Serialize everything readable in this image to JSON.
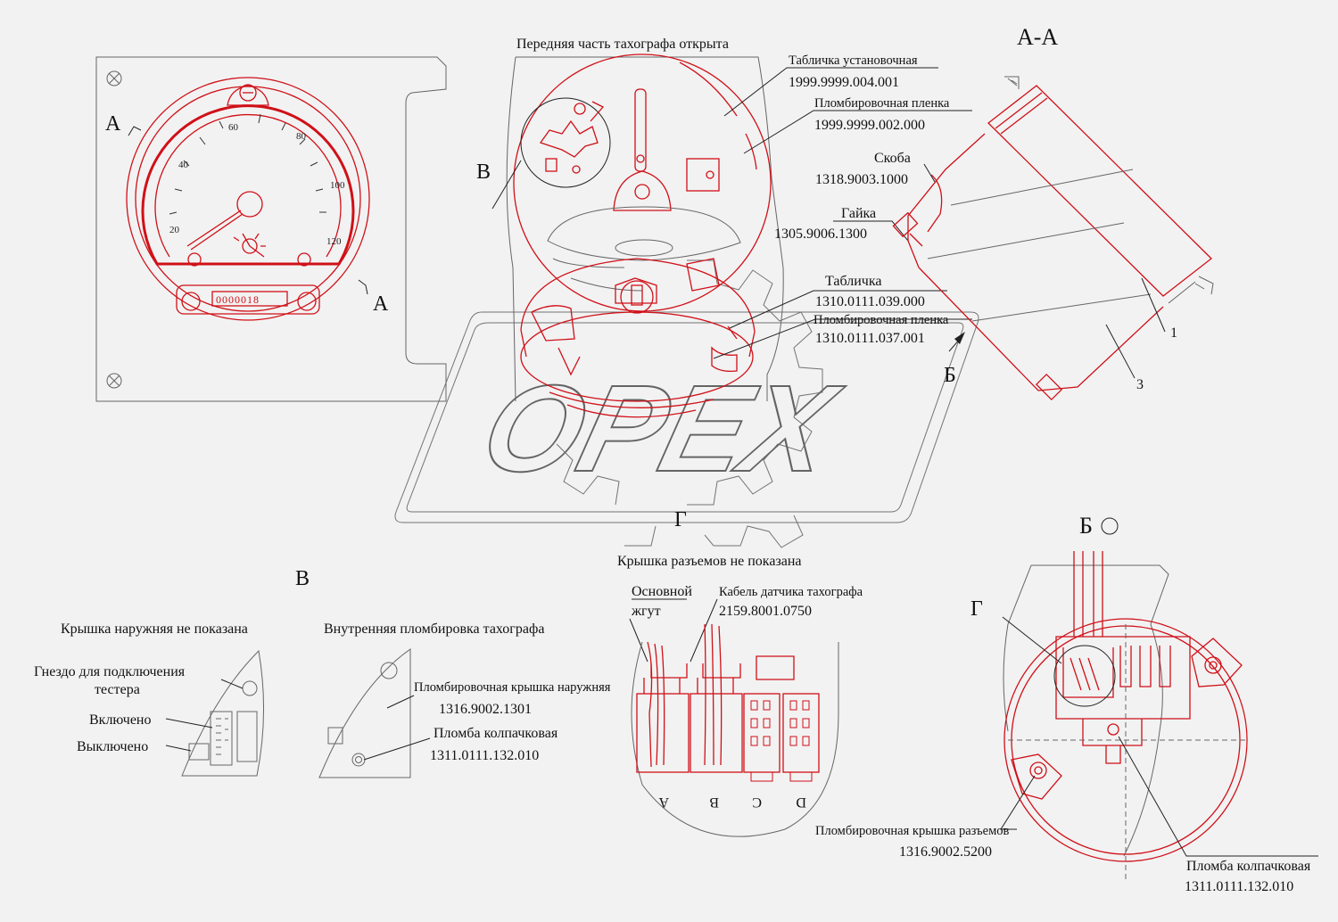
{
  "diagram": {
    "titles": {
      "section_aa": "А-А",
      "front_open": "Передняя часть тахографа открыта",
      "view_v_heading": "В",
      "view_b_heading": "Б",
      "view_g": "Г",
      "connector_cover_note": "Крышка разъемов не показана",
      "outer_cover_note": "Крышка наружняя не показана",
      "inner_sealing": "Внутренняя пломбировка тахографа"
    },
    "markers": {
      "a_top": "А",
      "a_bottom": "А",
      "v_callout": "В",
      "b_arrow": "Б",
      "g_callout": "Г",
      "num_1": "1",
      "num_3": "3"
    },
    "gauge": {
      "scale": [
        "20",
        "40",
        "60",
        "80",
        "100",
        "120"
      ],
      "odometer": "0000018"
    },
    "labels": [
      {
        "name": "Табличка установочная",
        "code": "1999.9999.004.001"
      },
      {
        "name": "Пломбировочная пленка",
        "code": "1999.9999.002.000"
      },
      {
        "name": "Скоба",
        "code": "1318.9003.1000"
      },
      {
        "name": "Гайка",
        "code": "1305.9006.1300"
      },
      {
        "name": "Табличка",
        "code": "1310.0111.039.000"
      },
      {
        "name": "Пломбировочная пленка",
        "code": "1310.0111.037.001"
      }
    ],
    "view_v": {
      "tester_socket": [
        "Гнездо для подключения",
        "тестера"
      ],
      "on": "Включено",
      "off": "Выключено",
      "outer_seal_cover": {
        "name": "Пломбировочная крышка наружняя",
        "code": "1316.9002.1301"
      },
      "cap_seal": {
        "name": "Пломба колпачковая",
        "code": "1311.0111.132.010"
      }
    },
    "view_g": {
      "main_harness": [
        "Основной",
        "жгут"
      ],
      "sensor_cable": {
        "name": "Кабель датчика тахографа",
        "code": "2159.8001.0750"
      },
      "sockets": [
        "A",
        "B",
        "C",
        "D"
      ]
    },
    "view_b": {
      "connector_seal_cover": {
        "name": "Пломбировочная крышка разъемов",
        "code": "1316.9002.5200"
      },
      "cap_seal": {
        "name": "Пломба колпачковая",
        "code": "1311.0111.132.010"
      }
    },
    "watermark": "OPEX"
  }
}
